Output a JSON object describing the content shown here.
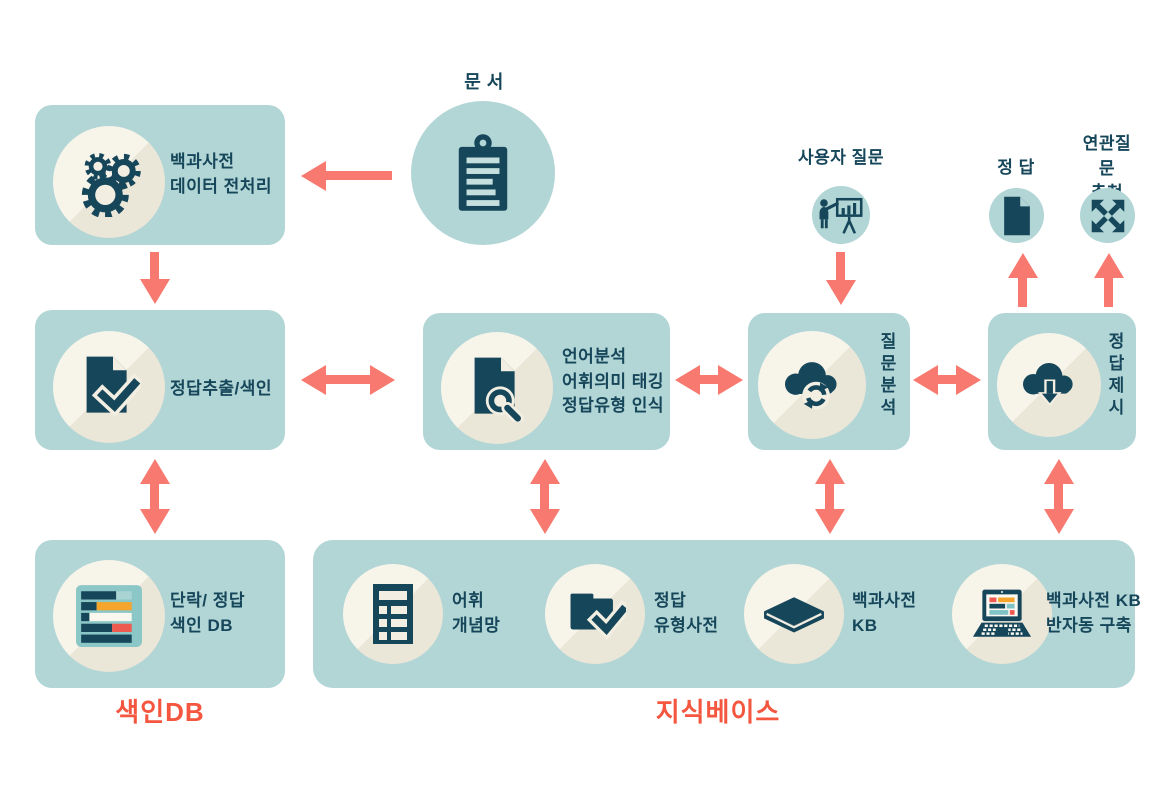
{
  "diagram": {
    "title_implicit": "",
    "document": {
      "label": "문 서"
    },
    "user_question": {
      "label": "사용자 질문"
    },
    "answer": {
      "label": "정 답"
    },
    "related": {
      "label": "연관질문\n추천"
    },
    "preprocess": {
      "label": "백과사전\n데이터 전처리"
    },
    "extract": {
      "label": "정답추출/색인"
    },
    "linguistic": {
      "label": "언어분석\n어휘의미 태깅\n정답유형 인식"
    },
    "question_analysis": {
      "label": "질문분석"
    },
    "answer_presentation": {
      "label": "정답제시"
    },
    "index_db": {
      "label": "단락/ 정답\n색인 DB",
      "caption": "색인DB"
    },
    "knowledge_base": {
      "caption": "지식베이스",
      "items": [
        {
          "label": "어휘\n개념망"
        },
        {
          "label": "정답\n유형사전"
        },
        {
          "label": "백과사전\nKB"
        },
        {
          "label": "백과사전 KB\n반자동 구축"
        }
      ]
    }
  },
  "icons": {
    "gears-icon": "⚙",
    "clipboard-icon": "📋",
    "document-check-icon": "✓",
    "document-search-icon": "🔍",
    "presenter-icon": "🧍📊",
    "page-icon": "📄",
    "expand-arrows-icon": "✥",
    "cloud-sync-icon": "☁↻",
    "cloud-download-icon": "☁↓",
    "colored-bars-icon": "☰",
    "list-grid-icon": "▤",
    "folder-check-icon": "📁✓",
    "book-icon": "📕",
    "laptop-icon": "💻"
  },
  "colors": {
    "box_teal": "#b2d5d6",
    "circle_cream": "#f7f4ea",
    "circle_cream_shade": "#eae6d8",
    "icon_navy": "#16465a",
    "arrow_coral": "#f8796f",
    "caption_coral": "#f4563f",
    "accent_orange": "#f6a52c",
    "accent_red": "#ee5a50",
    "accent_teal": "#7fc3c4"
  }
}
